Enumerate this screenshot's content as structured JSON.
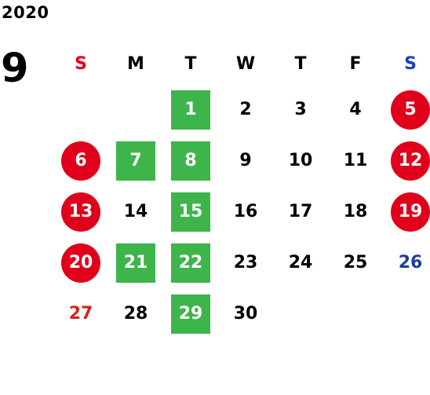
{
  "header": {
    "year": "2020",
    "month": "9"
  },
  "weekdays": [
    {
      "label": "S",
      "kind": "sun"
    },
    {
      "label": "M",
      "kind": ""
    },
    {
      "label": "T",
      "kind": ""
    },
    {
      "label": "W",
      "kind": ""
    },
    {
      "label": "T",
      "kind": ""
    },
    {
      "label": "F",
      "kind": ""
    },
    {
      "label": "S",
      "kind": "sat"
    }
  ],
  "weeks": [
    [
      {
        "d": ""
      },
      {
        "d": ""
      },
      {
        "d": "1",
        "s": "green"
      },
      {
        "d": "2"
      },
      {
        "d": "3"
      },
      {
        "d": "4"
      },
      {
        "d": "5",
        "s": "red"
      }
    ],
    [
      {
        "d": "6",
        "s": "red"
      },
      {
        "d": "7",
        "s": "green"
      },
      {
        "d": "8",
        "s": "green"
      },
      {
        "d": "9"
      },
      {
        "d": "10"
      },
      {
        "d": "11"
      },
      {
        "d": "12",
        "s": "red"
      }
    ],
    [
      {
        "d": "13",
        "s": "red"
      },
      {
        "d": "14"
      },
      {
        "d": "15",
        "s": "green"
      },
      {
        "d": "16"
      },
      {
        "d": "17"
      },
      {
        "d": "18"
      },
      {
        "d": "19",
        "s": "red"
      }
    ],
    [
      {
        "d": "20",
        "s": "red"
      },
      {
        "d": "21",
        "s": "green"
      },
      {
        "d": "22",
        "s": "green"
      },
      {
        "d": "23"
      },
      {
        "d": "24"
      },
      {
        "d": "25"
      },
      {
        "d": "26",
        "s": "bluetext"
      }
    ],
    [
      {
        "d": "27",
        "s": "redtext"
      },
      {
        "d": "28"
      },
      {
        "d": "29",
        "s": "green"
      },
      {
        "d": "30"
      },
      {
        "d": ""
      },
      {
        "d": ""
      },
      {
        "d": ""
      }
    ]
  ],
  "colors": {
    "green": "#3db54a",
    "red": "#e0001b",
    "sunday_text": "#e0001b",
    "saturday_text": "#1a3fc4"
  }
}
